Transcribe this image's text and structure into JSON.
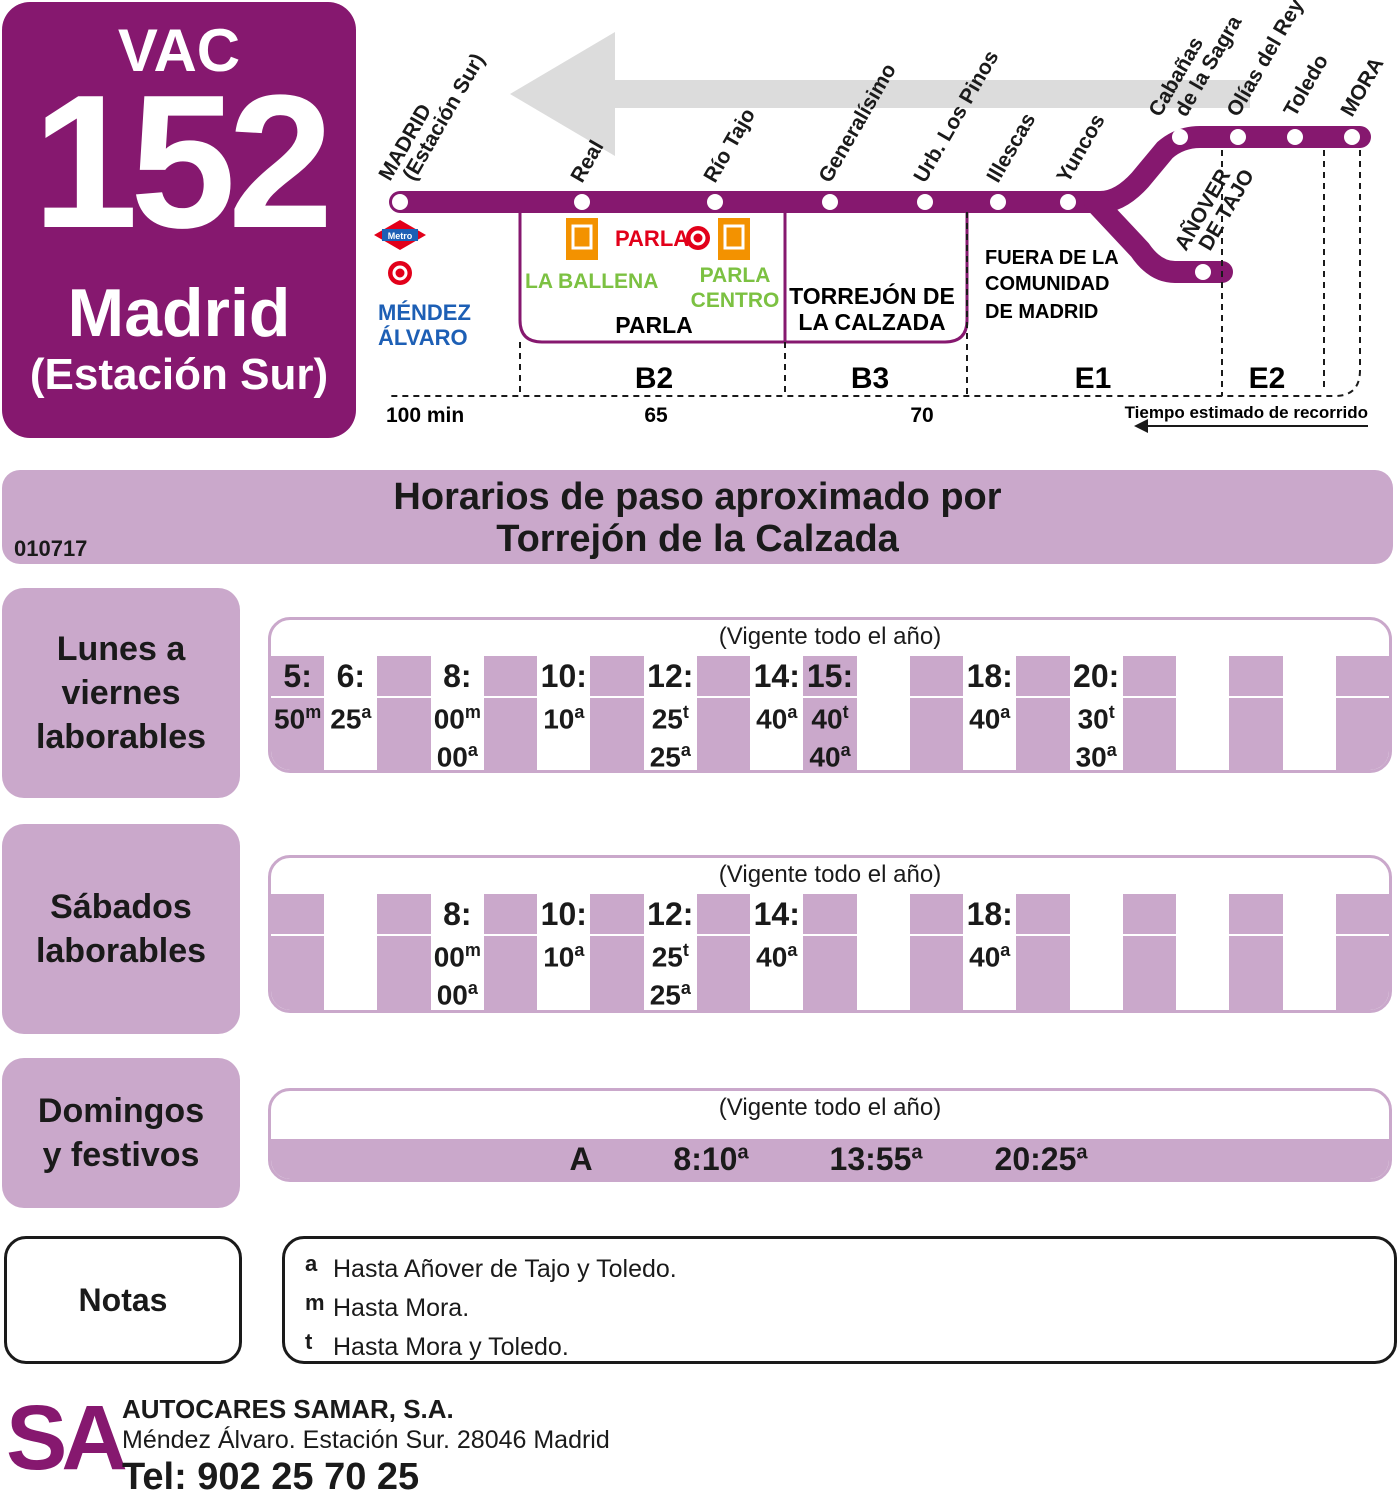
{
  "route": {
    "prefix": "VAC",
    "number": "152",
    "destination": "Madrid",
    "destination_sub": "(Estación Sur)"
  },
  "map": {
    "stops": [
      "MADRID",
      "(Estación Sur)",
      "Real",
      "Río Tajo",
      "Generalísimo",
      "Urb. Los Pinos",
      "Illescas",
      "Yuncos",
      "Cabañas",
      "de la Sagra",
      "Olías del Rey",
      "Toledo",
      "MORA",
      "AÑOVER",
      "DE TAJO"
    ],
    "metro_label": "Metro",
    "mendez": [
      "MÉNDEZ",
      "ÁLVARO"
    ],
    "la_ballena": "LA BALLENA",
    "parla": "PARLA",
    "parla_centro": [
      "PARLA",
      "CENTRO"
    ],
    "parla_zone": "PARLA",
    "torrejon": [
      "TORREJÓN DE",
      "LA CALZADA"
    ],
    "fuera": [
      "FUERA DE  LA",
      "COMUNIDAD",
      "DE MADRID"
    ],
    "zones": [
      "B2",
      "B3",
      "E1",
      "E2"
    ],
    "times": [
      "100 min",
      "65",
      "70"
    ],
    "time_note": "Tiempo estimado de recorrido"
  },
  "title": {
    "line1": "Horarios de paso aproximado por",
    "line2": "Torrejón de la Calzada",
    "code": "010717"
  },
  "vigente": "(Vigente todo el año)",
  "weekday": {
    "label": [
      "Lunes a",
      "viernes",
      "laborables"
    ],
    "columns": [
      {
        "hour": "5:",
        "mins": [
          [
            "50",
            "m"
          ]
        ]
      },
      {
        "hour": "6:",
        "mins": [
          [
            "25",
            "a"
          ]
        ]
      },
      {
        "hour": "",
        "mins": []
      },
      {
        "hour": "8:",
        "mins": [
          [
            "00",
            "m"
          ],
          [
            "00",
            "a"
          ]
        ]
      },
      {
        "hour": "",
        "mins": []
      },
      {
        "hour": "10:",
        "mins": [
          [
            "10",
            "a"
          ]
        ]
      },
      {
        "hour": "",
        "mins": []
      },
      {
        "hour": "12:",
        "mins": [
          [
            "25",
            "t"
          ],
          [
            "25",
            "a"
          ]
        ]
      },
      {
        "hour": "",
        "mins": []
      },
      {
        "hour": "14:",
        "mins": [
          [
            "40",
            "a"
          ]
        ]
      },
      {
        "hour": "15:",
        "mins": [
          [
            "40",
            "t"
          ],
          [
            "40",
            "a"
          ]
        ]
      },
      {
        "hour": "",
        "mins": []
      },
      {
        "hour": "",
        "mins": []
      },
      {
        "hour": "18:",
        "mins": [
          [
            "40",
            "a"
          ]
        ]
      },
      {
        "hour": "",
        "mins": []
      },
      {
        "hour": "20:",
        "mins": [
          [
            "30",
            "t"
          ],
          [
            "30",
            "a"
          ]
        ]
      },
      {
        "hour": "",
        "mins": []
      },
      {
        "hour": "",
        "mins": []
      },
      {
        "hour": "",
        "mins": []
      },
      {
        "hour": "",
        "mins": []
      },
      {
        "hour": "",
        "mins": []
      }
    ]
  },
  "saturday": {
    "label": [
      "Sábados",
      "laborables"
    ],
    "columns": [
      {
        "hour": "",
        "mins": []
      },
      {
        "hour": "",
        "mins": []
      },
      {
        "hour": "",
        "mins": []
      },
      {
        "hour": "8:",
        "mins": [
          [
            "00",
            "m"
          ],
          [
            "00",
            "a"
          ]
        ]
      },
      {
        "hour": "",
        "mins": []
      },
      {
        "hour": "10:",
        "mins": [
          [
            "10",
            "a"
          ]
        ]
      },
      {
        "hour": "",
        "mins": []
      },
      {
        "hour": "12:",
        "mins": [
          [
            "25",
            "t"
          ],
          [
            "25",
            "a"
          ]
        ]
      },
      {
        "hour": "",
        "mins": []
      },
      {
        "hour": "14:",
        "mins": [
          [
            "40",
            "a"
          ]
        ]
      },
      {
        "hour": "",
        "mins": []
      },
      {
        "hour": "",
        "mins": []
      },
      {
        "hour": "",
        "mins": []
      },
      {
        "hour": "18:",
        "mins": [
          [
            "40",
            "a"
          ]
        ]
      },
      {
        "hour": "",
        "mins": []
      },
      {
        "hour": "",
        "mins": []
      },
      {
        "hour": "",
        "mins": []
      },
      {
        "hour": "",
        "mins": []
      },
      {
        "hour": "",
        "mins": []
      },
      {
        "hour": "",
        "mins": []
      },
      {
        "hour": "",
        "mins": []
      }
    ]
  },
  "sunday": {
    "label": [
      "Domingos",
      "y festivos"
    ],
    "entries": [
      [
        "A",
        ""
      ],
      [
        "8:10",
        "a"
      ],
      [
        "13:55",
        "a"
      ],
      [
        "20:25",
        "a"
      ]
    ]
  },
  "notes": {
    "label": "Notas",
    "items": [
      {
        "mark": "a",
        "text": "Hasta Añover de Tajo y Toledo."
      },
      {
        "mark": "m",
        "text": "Hasta Mora."
      },
      {
        "mark": "t",
        "text": "Hasta Mora y Toledo."
      }
    ]
  },
  "footer": {
    "logo": "SA",
    "company": "AUTOCARES SAMAR, S.A.",
    "address": "Méndez Álvaro. Estación Sur. 28046 Madrid",
    "phone": "Tel: 902 25 70 25"
  },
  "colors": {
    "brand": "#86186f",
    "light": "#caa8cb",
    "green": "#7cc142",
    "red": "#e2001a",
    "blue": "#1d5fb5",
    "orange": "#f39200"
  }
}
